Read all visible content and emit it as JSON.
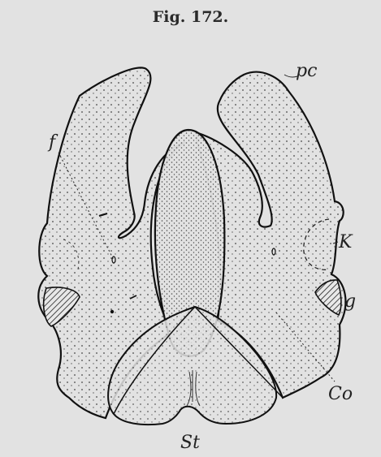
{
  "figure": {
    "title": "Fig. 172.",
    "labels": {
      "f": "f",
      "pc": "pc",
      "K": "K",
      "g": "g",
      "Co": "Co",
      "St": "St"
    }
  }
}
